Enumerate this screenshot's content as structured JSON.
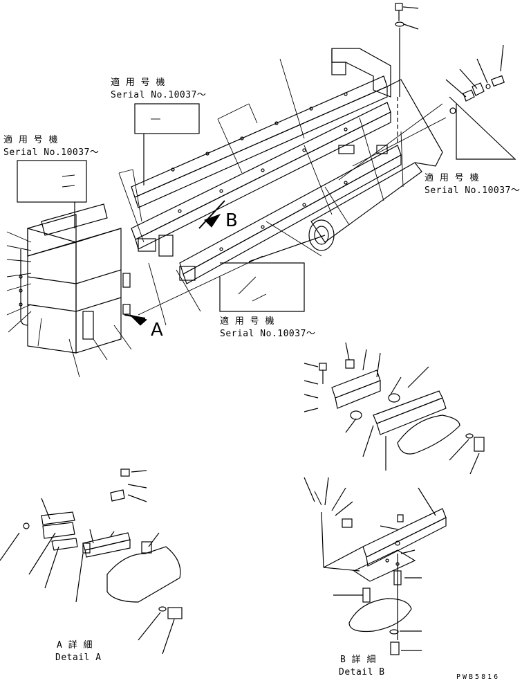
{
  "labels": {
    "serial_top_mid_jp": "適 用 号 機",
    "serial_top_mid": "Serial No.10037～",
    "serial_left_jp": "適 用 号 機",
    "serial_left": "Serial No.10037～",
    "serial_right_jp": "適 用 号 機",
    "serial_right": "Serial No.10037～",
    "serial_center_jp": "適 用 号 機",
    "serial_center": "Serial No.10037～",
    "view_a": "A",
    "view_b": "B",
    "detail_a_jp": "A 詳 細",
    "detail_a": "Detail A",
    "detail_b_jp": "B 詳 細",
    "detail_b": "Detail B",
    "drawing_code": "PWB5816"
  }
}
